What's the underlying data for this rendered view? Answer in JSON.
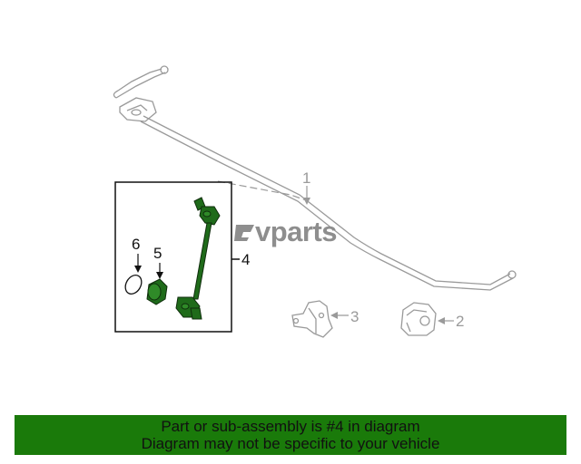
{
  "callouts": {
    "c1": "1",
    "c2": "2",
    "c3": "3",
    "c4": "4",
    "c5": "5",
    "c6": "6"
  },
  "watermark": {
    "text": "vparts",
    "icon": "ev-logo-icon"
  },
  "banner": {
    "line1": "Part or sub-assembly is #4 in diagram",
    "line2": "Diagram may not be specific to your vehicle"
  },
  "colors": {
    "part_highlight": "#1f6b1a",
    "line_art": "#9a9a9a",
    "banner_bg": "#1a7a0a"
  }
}
